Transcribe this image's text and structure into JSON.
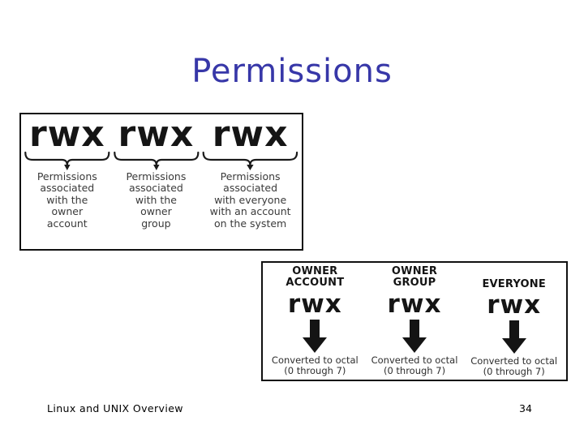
{
  "slide": {
    "title": "Permissions",
    "title_color": "#3737a8",
    "background": "#ffffff"
  },
  "figure_one": {
    "name": "permission-triplets-diagram",
    "border_color": "#111111",
    "columns": [
      {
        "bits": "rwx",
        "brace": "curly-brace-down",
        "caption_lines": [
          "Permissions",
          "associated",
          "with the",
          "owner",
          "account"
        ]
      },
      {
        "bits": "rwx",
        "brace": "curly-brace-down",
        "caption_lines": [
          "Permissions",
          "associated",
          "with the",
          "owner",
          "group"
        ]
      },
      {
        "bits": "rwx",
        "brace": "curly-brace-down",
        "caption_lines": [
          "Permissions",
          "associated",
          "with everyone",
          "with an account",
          "on the system"
        ]
      }
    ]
  },
  "figure_two": {
    "name": "octal-conversion-diagram",
    "border_color": "#111111",
    "columns": [
      {
        "heading_lines": [
          "OWNER",
          "ACCOUNT"
        ],
        "bits": "rwx",
        "arrow": "down-arrow",
        "note_lines": [
          "Converted to octal",
          "(0 through 7)"
        ]
      },
      {
        "heading_lines": [
          "OWNER",
          "GROUP"
        ],
        "bits": "rwx",
        "arrow": "down-arrow",
        "note_lines": [
          "Converted to octal",
          "(0 through 7)"
        ]
      },
      {
        "heading_lines": [
          "EVERYONE"
        ],
        "bits": "rwx",
        "arrow": "down-arrow",
        "note_lines": [
          "Converted to octal",
          "(0 through 7)"
        ]
      }
    ]
  },
  "footer": {
    "left_text": "Linux and UNIX Overview",
    "page_number": "34"
  }
}
